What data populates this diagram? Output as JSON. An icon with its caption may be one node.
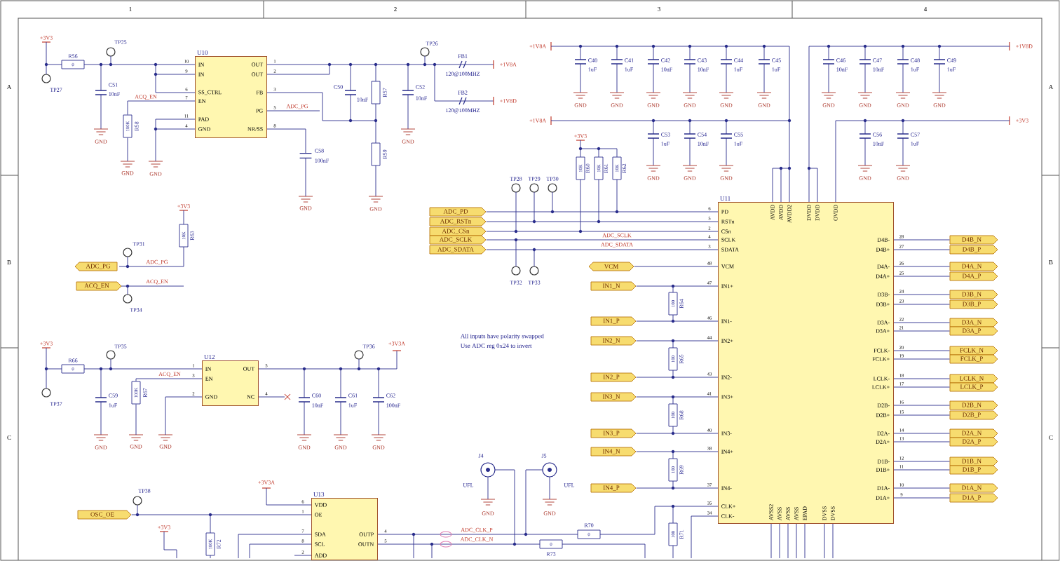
{
  "diagram": {
    "nodes": [
      {
        "text": [
          "U10",
          "IN",
          "IN",
          "SS_CTRL",
          "EN",
          "PAD",
          "GND",
          "OUT",
          "OUT",
          "FB",
          "PG",
          "NR/SS"
        ],
        "beside": [
          "10",
          "9",
          "6",
          "7",
          "11",
          "4",
          "1",
          "2",
          "3",
          "5",
          "8"
        ]
      },
      {
        "text": [
          "U11",
          "PD",
          "RSTn",
          "CSn",
          "SCLK",
          "SDATA",
          "VCM",
          "IN1+",
          "IN1-",
          "IN2+",
          "IN2-",
          "IN3+",
          "IN3-",
          "IN4+",
          "IN4-",
          "CLK+",
          "CLK-",
          "D4B-",
          "D4B+",
          "D4A-",
          "D4A+",
          "D3B-",
          "D3B+",
          "D3A-",
          "D3A+",
          "FCLK-",
          "FCLK+",
          "LCLK-",
          "LCLK+",
          "D2B-",
          "D2B+",
          "D2A-",
          "D2A+",
          "D1B-",
          "D1B+",
          "D1A-",
          "D1A+",
          "AVDD",
          "AVDD",
          "AVDD2",
          "DVDD",
          "DVDD",
          "OVDD",
          "AVSS2",
          "AVSS",
          "AVSS",
          "AVSS",
          "EPAD",
          "DVSS",
          "DVSS"
        ],
        "beside": [
          "6",
          "5",
          "2",
          "4",
          "3",
          "48",
          "47",
          "46",
          "44",
          "43",
          "41",
          "40",
          "38",
          "37",
          "35",
          "34",
          "28",
          "27",
          "26",
          "25",
          "24",
          "23",
          "22",
          "21",
          "20",
          "19",
          "18",
          "17",
          "16",
          "15",
          "14",
          "13",
          "12",
          "11",
          "10",
          "9"
        ]
      },
      {
        "text": [
          "U12",
          "IN",
          "EN",
          "GND",
          "OUT",
          "NC"
        ],
        "beside": [
          "1",
          "3",
          "2",
          "5",
          "4"
        ]
      },
      {
        "text": [
          "U13",
          "VDD",
          "OE",
          "SDA",
          "SCL",
          "ADD",
          "OUTP",
          "OUTN"
        ],
        "beside": [
          "6",
          "1",
          "7",
          "8",
          "2",
          "4",
          "5"
        ]
      },
      {
        "text": [
          "ADC_PD"
        ]
      },
      {
        "text": [
          "ADC_RSTn"
        ]
      },
      {
        "text": [
          "ADC_CSn"
        ]
      },
      {
        "text": [
          "ADC_SCLK"
        ]
      },
      {
        "text": [
          "ADC_SDATA"
        ]
      },
      {
        "text": [
          "VCM"
        ]
      },
      {
        "text": [
          "IN1_N"
        ]
      },
      {
        "text": [
          "IN1_P"
        ]
      },
      {
        "text": [
          "IN2_N"
        ]
      },
      {
        "text": [
          "IN2_P"
        ]
      },
      {
        "text": [
          "IN3_N"
        ]
      },
      {
        "text": [
          "IN3_P"
        ]
      },
      {
        "text": [
          "IN4_N"
        ]
      },
      {
        "text": [
          "IN4_P"
        ]
      },
      {
        "text": [
          "D4B_N"
        ]
      },
      {
        "text": [
          "D4B_P"
        ]
      },
      {
        "text": [
          "D4A_N"
        ]
      },
      {
        "text": [
          "D4A_P"
        ]
      },
      {
        "text": [
          "D3B_N"
        ]
      },
      {
        "text": [
          "D3B_P"
        ]
      },
      {
        "text": [
          "D3A_N"
        ]
      },
      {
        "text": [
          "D3A_P"
        ]
      },
      {
        "text": [
          "FCLK_N"
        ]
      },
      {
        "text": [
          "FCLK_P"
        ]
      },
      {
        "text": [
          "LCLK_N"
        ]
      },
      {
        "text": [
          "LCLK_P"
        ]
      },
      {
        "text": [
          "D2B_N"
        ]
      },
      {
        "text": [
          "D2B_P"
        ]
      },
      {
        "text": [
          "D2A_N"
        ]
      },
      {
        "text": [
          "D2A_P"
        ]
      },
      {
        "text": [
          "D1B_N"
        ]
      },
      {
        "text": [
          "D1B_P"
        ]
      },
      {
        "text": [
          "D1A_N"
        ]
      },
      {
        "text": [
          "D1A_P"
        ]
      },
      {
        "text": [
          "ADC_PG"
        ]
      },
      {
        "text": [
          "ACQ_EN"
        ]
      },
      {
        "text": [
          "OSC_OE"
        ]
      },
      {
        "text": [
          "100K"
        ],
        "beside": [
          "R58"
        ]
      },
      {
        "text": [
          "GND"
        ]
      },
      {
        "text": [],
        "shape": "capacitor",
        "beside": [
          "C58",
          "100nF"
        ]
      },
      {
        "text": [
          "GND"
        ]
      },
      {
        "text": [
          "100K"
        ],
        "beside": [
          "R67"
        ]
      },
      {
        "text": [
          "GND"
        ]
      },
      {
        "text": [
          "GND"
        ]
      },
      {
        "text": [
          "+3V3A"
        ]
      }
    ],
    "edges": [
      {
        "from": 4,
        "to": 1,
        "arrow": "none"
      },
      {
        "from": 5,
        "to": 1,
        "arrow": "none"
      },
      {
        "from": 6,
        "to": 1,
        "arrow": "none"
      },
      {
        "from": 7,
        "to": 1,
        "arrow": "none"
      },
      {
        "from": 8,
        "to": 1,
        "arrow": "none"
      },
      {
        "from": 9,
        "to": 1,
        "arrow": "none"
      },
      {
        "from": 10,
        "to": 1,
        "arrow": "none"
      },
      {
        "from": 11,
        "to": 1,
        "arrow": "none"
      },
      {
        "from": 12,
        "to": 1,
        "arrow": "none"
      },
      {
        "from": 13,
        "to": 1,
        "arrow": "none"
      },
      {
        "from": 14,
        "to": 1,
        "arrow": "none"
      },
      {
        "from": 15,
        "to": 1,
        "arrow": "none"
      },
      {
        "from": 16,
        "to": 1,
        "arrow": "none"
      },
      {
        "from": 17,
        "to": 1,
        "arrow": "none"
      },
      {
        "from": 1,
        "to": 18,
        "arrow": "none"
      },
      {
        "from": 1,
        "to": 19,
        "arrow": "none"
      },
      {
        "from": 1,
        "to": 20,
        "arrow": "none"
      },
      {
        "from": 1,
        "to": 21,
        "arrow": "none"
      },
      {
        "from": 1,
        "to": 22,
        "arrow": "none"
      },
      {
        "from": 1,
        "to": 23,
        "arrow": "none"
      },
      {
        "from": 1,
        "to": 24,
        "arrow": "none"
      },
      {
        "from": 1,
        "to": 25,
        "arrow": "none"
      },
      {
        "from": 1,
        "to": 26,
        "arrow": "none"
      },
      {
        "from": 1,
        "to": 27,
        "arrow": "none"
      },
      {
        "from": 1,
        "to": 28,
        "arrow": "none"
      },
      {
        "from": 1,
        "to": 29,
        "arrow": "none"
      },
      {
        "from": 1,
        "to": 30,
        "arrow": "none"
      },
      {
        "from": 1,
        "to": 31,
        "arrow": "none"
      },
      {
        "from": 1,
        "to": 32,
        "arrow": "none"
      },
      {
        "from": 1,
        "to": 33,
        "arrow": "none"
      },
      {
        "from": 1,
        "to": 34,
        "arrow": "none"
      },
      {
        "from": 1,
        "to": 35,
        "arrow": "none"
      },
      {
        "from": 1,
        "to": 36,
        "arrow": "none"
      },
      {
        "from": 1,
        "to": 37,
        "arrow": "none"
      },
      {
        "from": 40,
        "to": 3,
        "arrow": "none"
      },
      {
        "from": 0,
        "to": 41,
        "arrow": "none"
      },
      {
        "from": 41,
        "to": 42,
        "arrow": "none"
      },
      {
        "from": 0,
        "to": 43,
        "arrow": "none"
      },
      {
        "from": 43,
        "to": 44,
        "arrow": "none"
      },
      {
        "from": 2,
        "to": 45,
        "arrow": "none"
      },
      {
        "from": 45,
        "to": 46,
        "arrow": "none"
      },
      {
        "from": 2,
        "to": 47,
        "arrow": "none"
      },
      {
        "from": 3,
        "to": 48,
        "arrow": "none"
      }
    ],
    "labels": [
      "1",
      "2",
      "3",
      "4",
      "A",
      "A",
      "B",
      "B",
      "C",
      "C",
      "+3V3",
      "TP27",
      "R56",
      "0",
      "TP25",
      "C51",
      "10nF",
      "ACQ_EN",
      "GND",
      "GND",
      "ADC_PG",
      "C50",
      "10nF",
      "R57",
      "R59",
      "GND",
      "C52",
      "10nF",
      "TP26",
      "FB1",
      "120@100MHZ",
      "+1V8A",
      "FB2",
      "120@100MHZ",
      "+1V8D",
      "GND",
      "+1V8A",
      "C40",
      "1uF",
      "C41",
      "1uF",
      "C42",
      "10nF",
      "C43",
      "10nF",
      "C44",
      "1uF",
      "C45",
      "1uF",
      "GND",
      "GND",
      "GND",
      "GND",
      "GND",
      "GND",
      "+1V8D",
      "C46",
      "10nF",
      "C47",
      "10nF",
      "C48",
      "1uF",
      "C49",
      "1uF",
      "GND",
      "GND",
      "GND",
      "GND",
      "+1V8A",
      "C53",
      "1uF",
      "C54",
      "10nF",
      "C55",
      "1uF",
      "GND",
      "GND",
      "GND",
      "+3V3",
      "C56",
      "10nF",
      "C57",
      "1uF",
      "GND",
      "GND",
      "+3V3",
      "10K",
      "R60",
      "10K",
      "R61",
      "10K",
      "R62",
      "TP28",
      "TP29",
      "TP30",
      "ADC_SCLK",
      "ADC_SDATA",
      "TP32",
      "TP33",
      "All inputs have polarity swapped",
      "Use ADC reg 0x24 to invert",
      "100",
      "R64",
      "100",
      "R65",
      "100",
      "R68",
      "100",
      "R69",
      "100",
      "R71",
      "+3V3",
      "10K",
      "R63",
      "TP31",
      "ADC_PG",
      "ACQ_EN",
      "TP34",
      "+3V3",
      "R66",
      "0",
      "TP35",
      "TP37",
      "C59",
      "1uF",
      "ACQ_EN",
      "TP36",
      "+3V3A",
      "C60",
      "10nF",
      "C61",
      "1uF",
      "C62",
      "100nF",
      "GND",
      "GND",
      "GND",
      "GND",
      "TP38",
      "+3V3",
      "100K",
      "R72",
      "ADC_CLK_P",
      "ADC_CLK_N",
      "R70",
      "0",
      "0",
      "R73",
      "J4",
      "UFL",
      "GND",
      "J5",
      "UFL",
      "GND"
    ]
  }
}
